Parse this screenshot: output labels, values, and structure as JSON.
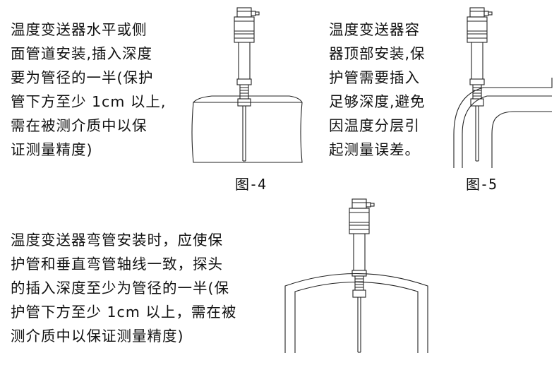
{
  "paragraphs": {
    "p1": {
      "lines": [
        "温度变送器水平或侧",
        "面管道安装,插入深度",
        "要为管径的一半(保护",
        "管下方至少 1cm 以上,",
        "需在被测介质中以保",
        "证测量精度)"
      ]
    },
    "p2": {
      "lines": [
        "温度变送器容",
        "器顶部安装,保",
        "护管需要插入",
        "足够深度,避免",
        "因温度分层引",
        "起测量误差。"
      ]
    },
    "p3": {
      "lines": [
        "温度变送器弯管安装时，应使保",
        "护管和垂直弯管轴线一致，探头",
        "的插入深度至少为管径的一半(保",
        "护管下方至少 1cm 以上，需在被",
        "测介质中以保证测量精度)"
      ]
    }
  },
  "captions": {
    "fig4": "图-4",
    "fig5": "图-5"
  }
}
